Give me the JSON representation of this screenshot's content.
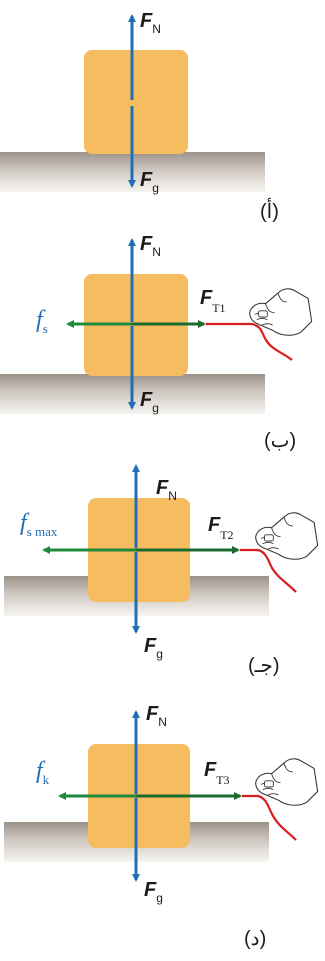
{
  "panels": [
    {
      "caption": "(أ)",
      "forces": {
        "normal": {
          "letter": "F",
          "sub": "N"
        },
        "gravity": {
          "letter": "F",
          "sub": "g"
        }
      }
    },
    {
      "caption": "(ب)",
      "forces": {
        "normal": {
          "letter": "F",
          "sub": "N"
        },
        "gravity": {
          "letter": "F",
          "sub": "g"
        },
        "tension": {
          "letter": "F",
          "sub": "T1"
        },
        "friction": {
          "letter": "f",
          "sub": "s"
        }
      }
    },
    {
      "caption": "(جـ)",
      "forces": {
        "normal": {
          "letter": "F",
          "sub": "N"
        },
        "gravity": {
          "letter": "F",
          "sub": "g"
        },
        "tension": {
          "letter": "F",
          "sub": "T2"
        },
        "friction": {
          "letter": "f",
          "sub": "s max"
        }
      }
    },
    {
      "caption": "(د)",
      "forces": {
        "normal": {
          "letter": "F",
          "sub": "N"
        },
        "gravity": {
          "letter": "F",
          "sub": "g"
        },
        "tension": {
          "letter": "F",
          "sub": "T3"
        },
        "friction": {
          "letter": "f",
          "sub": "k"
        }
      }
    }
  ],
  "colors": {
    "block": "#F6BD60",
    "vertical_arrow": "#1F6FB8",
    "friction_arrow": "#1F8A3B",
    "tension_arrow": "#1B6B2E",
    "string": "#D91E1E",
    "ground_top": "#9B928A",
    "ground_bottom": "#F3F1EE"
  },
  "icons": [
    "hand-icon"
  ]
}
